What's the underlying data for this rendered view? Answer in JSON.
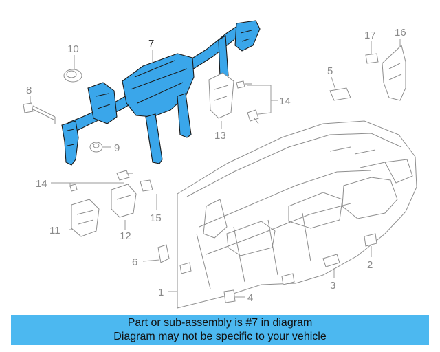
{
  "callouts": {
    "c1": "1",
    "c2": "2",
    "c3": "3",
    "c4": "4",
    "c5": "5",
    "c6": "6",
    "c7": "7",
    "c8": "8",
    "c9": "9",
    "c10": "10",
    "c11": "11",
    "c12": "12",
    "c13": "13",
    "c14a": "14",
    "c14b": "14",
    "c15": "15",
    "c16": "16",
    "c17": "17"
  },
  "banner": {
    "line1": "Part or sub-assembly is #7 in diagram",
    "line2": "Diagram may not be specific to your vehicle"
  },
  "colors": {
    "highlight": "#3aa6ea",
    "banner": "#4cb8f0"
  }
}
